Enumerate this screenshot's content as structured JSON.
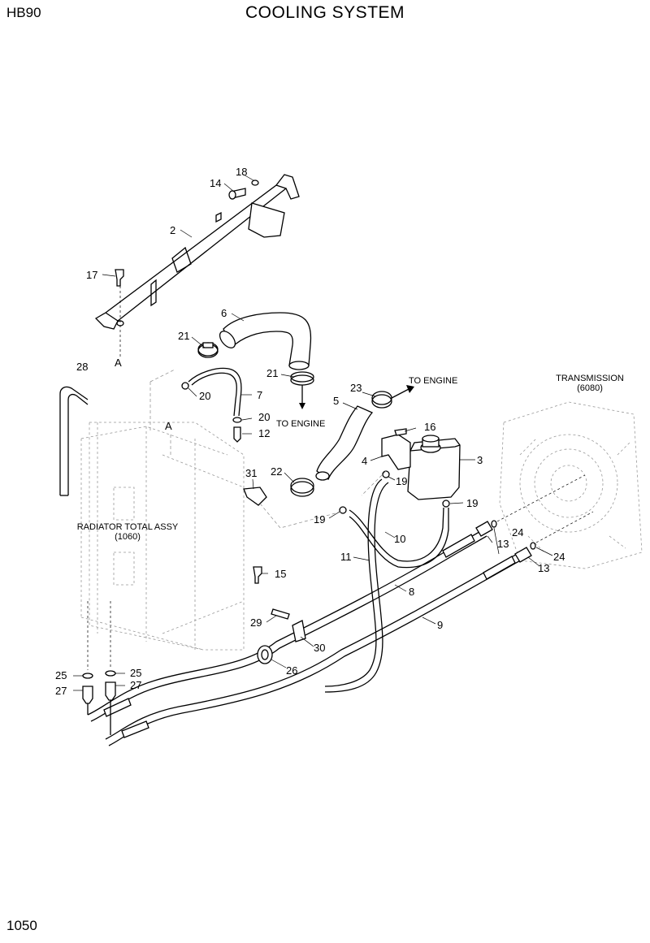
{
  "header": {
    "model": "HB90",
    "title": "COOLING SYSTEM"
  },
  "footer": {
    "page_number": "1050"
  },
  "callouts": {
    "p2": "2",
    "p3": "3",
    "p4": "4",
    "p5": "5",
    "p6": "6",
    "p7": "7",
    "p8": "8",
    "p9": "9",
    "p10": "10",
    "p11": "11",
    "p12": "12",
    "p13a": "13",
    "p13b": "13",
    "p14": "14",
    "p15": "15",
    "p16": "16",
    "p17": "17",
    "p18": "18",
    "p19a": "19",
    "p19b": "19",
    "p19c": "19",
    "p20a": "20",
    "p20b": "20",
    "p21a": "21",
    "p21b": "21",
    "p22": "22",
    "p23": "23",
    "p24a": "24",
    "p24b": "24",
    "p25a": "25",
    "p25b": "25",
    "p26": "26",
    "p27a": "27",
    "p27b": "27",
    "p28": "28",
    "p29": "29",
    "p30": "30",
    "p31": "31"
  },
  "references": {
    "a_top": "A",
    "a_mid": "A",
    "to_engine_1": "TO ENGINE",
    "to_engine_2": "TO ENGINE",
    "radiator": "RADIATOR TOTAL ASSY",
    "radiator_ref": "(1060)",
    "transmission": "TRANSMISSION",
    "transmission_ref": "(6080)"
  }
}
